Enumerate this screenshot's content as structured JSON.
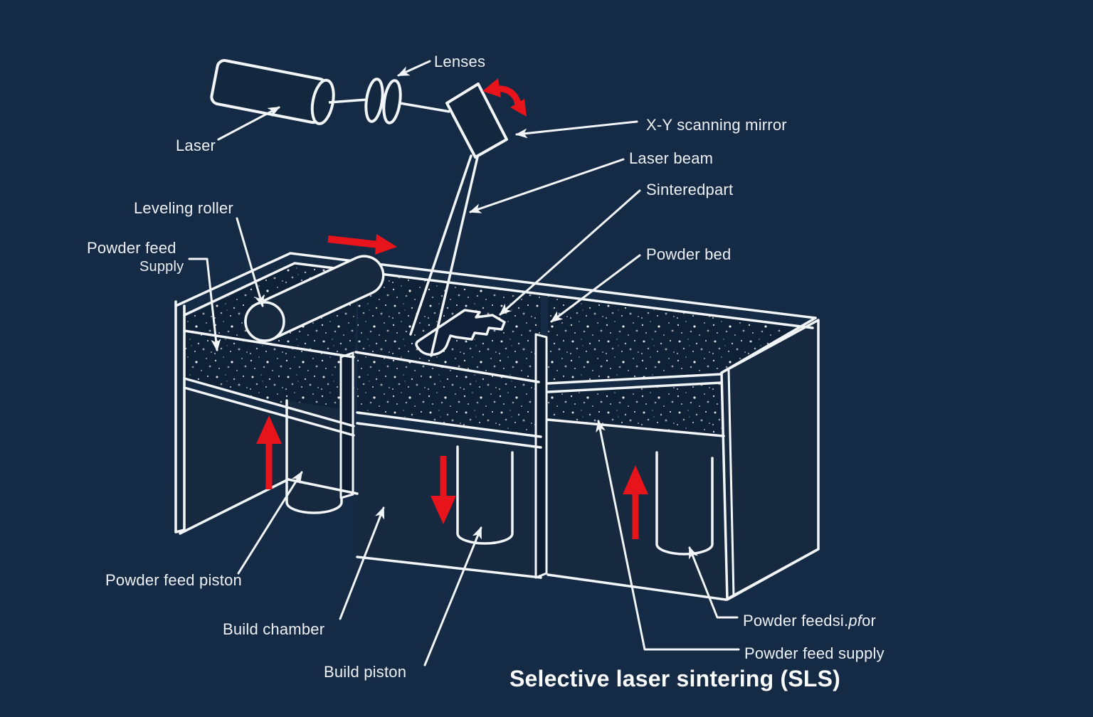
{
  "title": "Selective laser sintering (SLS)",
  "colors": {
    "background": "#152A45",
    "line": "#F3F6F8",
    "accent_red": "#E8141C",
    "panel": "#16293F",
    "powder": "#0F2137"
  },
  "labels": {
    "lenses": {
      "text": "Lenses"
    },
    "laser": {
      "text": "Laser"
    },
    "xy_mirror": {
      "text": "X-Y scanning mirror"
    },
    "laser_beam": {
      "text": "Laser beam"
    },
    "sintered_part": {
      "text": "Sinteredpart"
    },
    "powder_bed": {
      "text": "Powder bed"
    },
    "leveling_roller": {
      "text": "Leveling roller"
    },
    "powder_feed": {
      "line1": "Powder feed",
      "line2": "Supply"
    },
    "powder_feed_piston": {
      "text": "Powder feed piston"
    },
    "build_chamber": {
      "text": "Build chamber"
    },
    "build_piston": {
      "text": "Build piston"
    },
    "powder_feed_si": {
      "prefix": "Powder feedsi.",
      "italic": "pf",
      "suffix": "or"
    },
    "powder_feed_supply": {
      "text": "Powder feed supply"
    }
  },
  "red_arrows": {
    "roller_travel": "right",
    "mirror_rotation": "rocking",
    "powder_feed_left": "up",
    "build_platform": "down",
    "powder_feed_right": "up"
  }
}
